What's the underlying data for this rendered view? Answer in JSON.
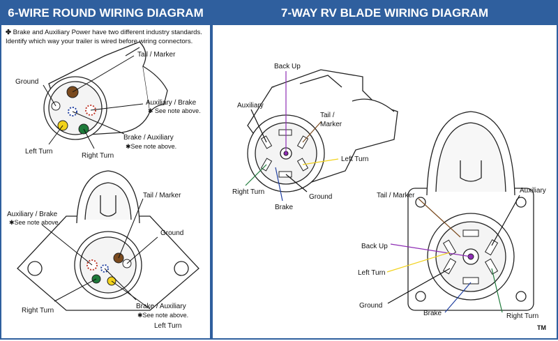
{
  "left_panel": {
    "title": "6-WIRE ROUND WIRING DIAGRAM",
    "note_bullet": "✤",
    "note_line1": "Brake and Auxiliary Power have two different industry standards.",
    "note_line2": "Identify which way your trailer is wired before wiring connectors.",
    "round_plug": {
      "tail_marker": "Tail / Marker",
      "ground": "Ground",
      "aux_brake": "Auxiliary / Brake",
      "aux_brake_note": "✱ See note above.",
      "brake_aux": "Brake / Auxiliary",
      "brake_aux_note": "✱See note above.",
      "left_turn": "Left Turn",
      "right_turn": "Right Turn"
    },
    "socket": {
      "tail_marker": "Tail / Marker",
      "aux_brake": "Auxiliary / Brake",
      "aux_brake_note": "✱See note above.",
      "ground": "Ground",
      "right_turn": "Right Turn",
      "left_turn": "Left Turn",
      "brake_aux": "Brake / Auxiliary",
      "brake_aux_note": "✱See note above."
    }
  },
  "right_panel": {
    "title": "7-WAY RV BLADE WIRING DIAGRAM",
    "plug": {
      "back_up": "Back Up",
      "auxiliary": "Auxiliary",
      "tail_marker_1": "Tail /",
      "tail_marker_2": "Marker",
      "left_turn": "Left Turn",
      "right_turn": "Right Turn",
      "ground": "Ground",
      "brake": "Brake"
    },
    "socket": {
      "tail_marker": "Tail / Marker",
      "auxiliary": "Auxiliary",
      "back_up": "Back Up",
      "left_turn": "Left Turn",
      "ground": "Ground",
      "brake": "Brake",
      "right_turn": "Right Turn"
    },
    "trademark": "TM"
  },
  "colors": {
    "header_blue": "#2f5f9e",
    "wire_brown": "#7a4a1e",
    "wire_white": "#ffffff",
    "wire_yellow": "#f2d21b",
    "wire_green": "#1e7a3a",
    "wire_blue": "#1f3fa0",
    "wire_red": "#c0392b",
    "wire_purple": "#8e2db5",
    "wire_black": "#111111"
  }
}
